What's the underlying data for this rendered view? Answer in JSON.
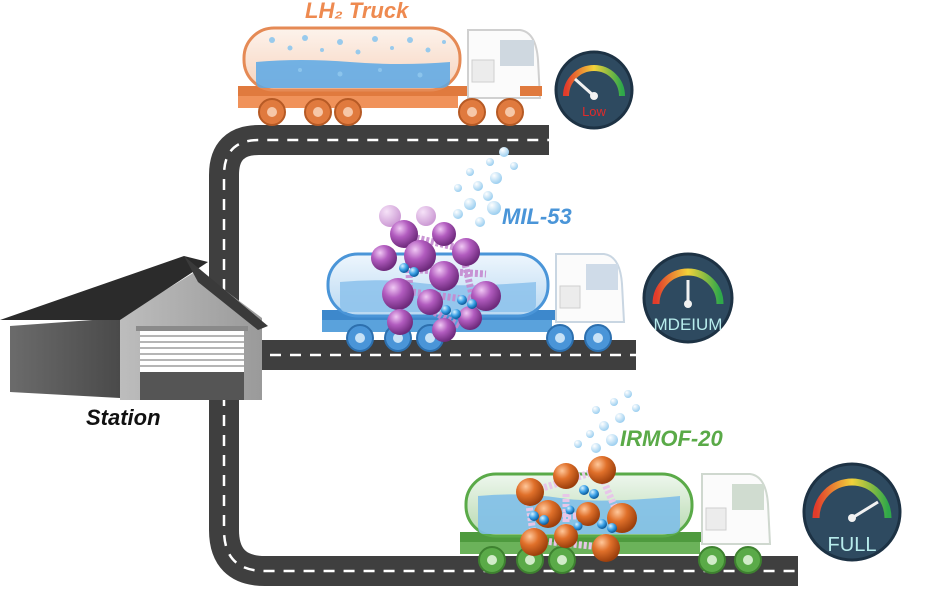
{
  "labels": {
    "truck1": "LH₂ Truck",
    "truck2": "MIL-53",
    "truck3": "IRMOF-20",
    "station": "Station"
  },
  "gauges": {
    "g1": "Low",
    "g2": "MDEIUM",
    "g3": "FULL"
  },
  "colors": {
    "truck1": "#ee8a50",
    "truck2": "#4a95d8",
    "truck3": "#5aaa48",
    "road": "#3f3f3f",
    "gauge_body": "#2e4a60",
    "gauge_low_text": "#e02a2a",
    "gauge_text": "#b7ecec",
    "mil53_atoms": "#b25cbf",
    "irmof_atoms": "#e0702a",
    "h2": "#4a9ee0"
  },
  "icons": {
    "station": "garage-icon",
    "trucks": "tanker-truck-icon",
    "gauges": "fuel-gauge-icon",
    "molecules": "mof-crystal-icon"
  }
}
